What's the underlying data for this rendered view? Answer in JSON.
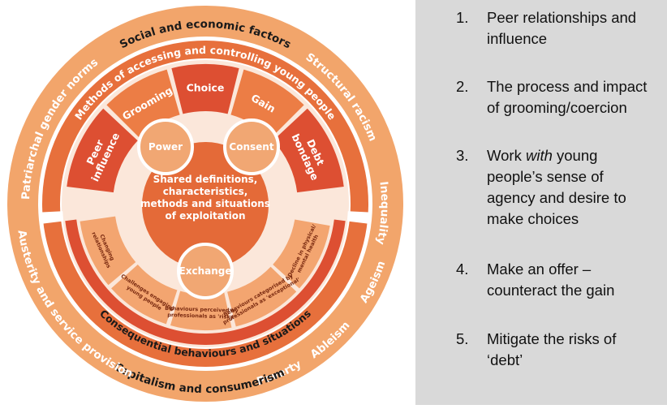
{
  "colors": {
    "outer": "#f2a56b",
    "ring2": "#e7703c",
    "seg_dark": "#dd4f32",
    "seg_light": "#ec7d45",
    "core": "#e46a38",
    "bubble": "#f1a773",
    "lower_light": "#f3a570",
    "panel_bg": "#d9d9d9"
  },
  "diagram": {
    "outer_ring": {
      "top": "Social and economic factors",
      "top_right": "Structural racism",
      "right": "Inequality",
      "lower_right": "Ageism",
      "bottom_right_a": "Ableism",
      "bottom_right_b": "Poverty",
      "bottom": "Capitalism and consumerism",
      "bottom_left": "Austerity and service provision",
      "left": "Patriarchal gender norms"
    },
    "ring2_top": "Methods of accessing and controlling young people",
    "ring2_bottom": "Consequential behaviours and situations",
    "methods": [
      [
        "Peer",
        "influence"
      ],
      [
        "Grooming"
      ],
      [
        "Choice"
      ],
      [
        "Gain"
      ],
      [
        "Debt",
        "bondage"
      ]
    ],
    "consequences": [
      [
        "Decline in physical/",
        "mental health"
      ],
      [
        "Behaviours categorised by",
        "professionals as 'exceptional'"
      ],
      [
        "Behaviours perceived by",
        "professionals as 'risky'"
      ],
      [
        "Challenges engaging",
        "young people"
      ],
      [
        "Changing",
        "relationships"
      ]
    ],
    "bubbles": {
      "power": "Power",
      "consent": "Consent",
      "exchange": "Exchange"
    },
    "center": [
      "Shared definitions,",
      "characteristics,",
      "methods and situations",
      "of exploitation"
    ]
  },
  "list": [
    {
      "num": "1.",
      "lines": [
        "Peer relationships and",
        "influence"
      ]
    },
    {
      "num": "2.",
      "lines": [
        "The process and impact",
        "of grooming/coercion"
      ]
    },
    {
      "num": "3.",
      "lines": [
        "Work <i>with</i> young",
        "people’s sense of",
        "agency and desire to",
        "make choices"
      ]
    },
    {
      "num": "4.",
      "lines": [
        "Make an offer –",
        "counteract the gain"
      ]
    },
    {
      "num": "5.",
      "lines": [
        "Mitigate the risks of",
        "‘debt’"
      ]
    }
  ]
}
